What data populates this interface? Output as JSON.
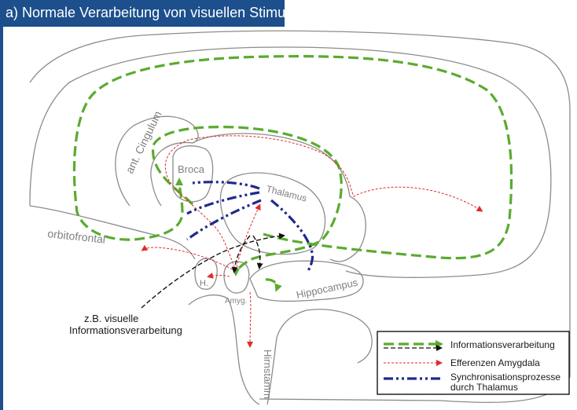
{
  "title": "a) Normale Verarbeitung von visuellen Stimuli",
  "labels": {
    "ant_cingulum": "ant. Cingulum",
    "broca": "Broca",
    "thalamus": "Thalamus",
    "orbitofrontal": "orbitofrontal",
    "hippocampus": "Hippocampus",
    "h": "H.",
    "amyg": "Amyg.",
    "hirnstamm": "Hirnstamm",
    "visual_line1": "z.B. visuelle",
    "visual_line2": "Informationsverarbeitung"
  },
  "legend": {
    "items": [
      {
        "label": "Informationsverarbeitung",
        "color": "#5aab2f"
      },
      {
        "label": "Efferenzen Amygdala",
        "color": "#e02a2a"
      },
      {
        "label_line1": "Synchronisationsprozesse",
        "label_line2": "durch Thalamus",
        "color": "#1f2a8a"
      }
    ]
  },
  "colors": {
    "title_bar": "#1c4f8c",
    "info_processing": "#5aab2f",
    "amygdala_efferents": "#e02a2a",
    "thalamus_sync": "#1f2a8a",
    "visual_input": "#111111",
    "brain_outline": "#8c8c8c"
  }
}
